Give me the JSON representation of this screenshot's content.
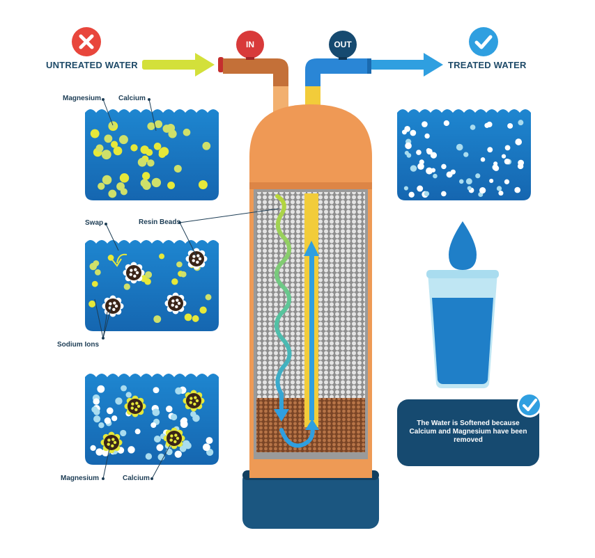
{
  "header": {
    "untreated_label": "UNTREATED WATER",
    "treated_label": "TREATED WATER",
    "in_label": "IN",
    "out_label": "OUT"
  },
  "panel_top": {
    "magnesium_label": "Magnesium",
    "calcium_label": "Calcium"
  },
  "panel_middle": {
    "swap_label": "Swap",
    "resin_beads_label": "Resin Beads",
    "sodium_ions_label": "Sodium Ions"
  },
  "panel_bottom": {
    "magnesium_label": "Magnesium",
    "calcium_label": "Calcium"
  },
  "result_note": "The Water is Softened because Calcium and Magnesium have been removed",
  "colors": {
    "water_blue": "#1f7fc8",
    "ion_yellow": "#e6e83a",
    "tank_orange": "#ee9a55",
    "tank_base": "#1b5680",
    "in_badge": "#d83a3a",
    "out_badge": "#164a70",
    "check_blue": "#2f9fe0",
    "x_red": "#e8463c"
  }
}
